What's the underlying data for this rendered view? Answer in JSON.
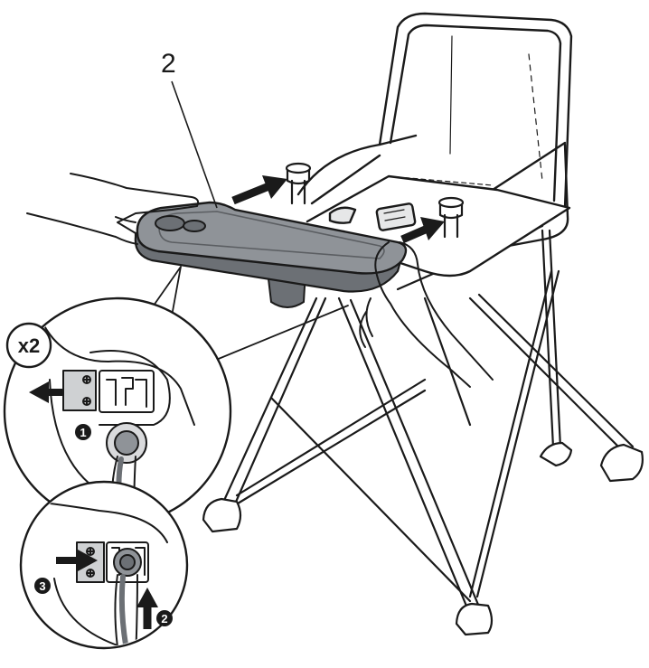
{
  "callout_number": "2",
  "multiplier_label": "x2",
  "step_markers": {
    "step1": "1",
    "step2": "2",
    "step3": "3"
  },
  "colors": {
    "ink": "#1a1a1a",
    "tray_fill": "#8f9398",
    "tray_dark": "#6c7075",
    "paper": "#ffffff"
  }
}
